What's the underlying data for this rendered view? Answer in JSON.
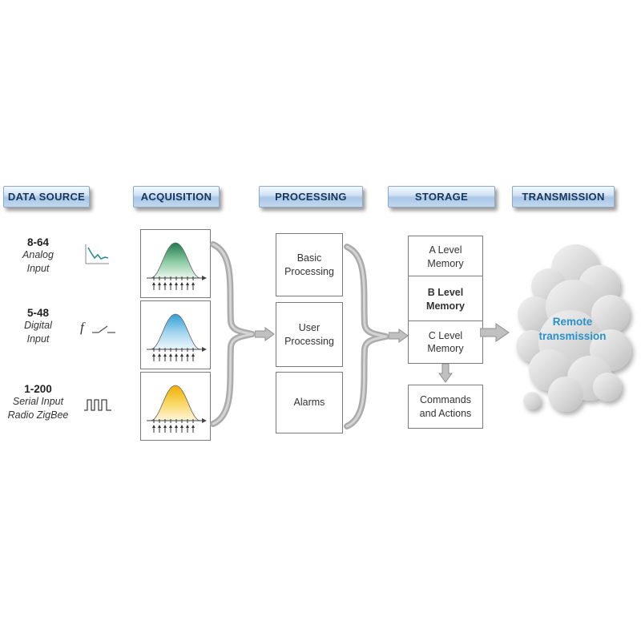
{
  "headers": [
    "DATA SOURCE",
    "ACQUISITION",
    "PROCESSING",
    "STORAGE",
    "TRANSMISSION"
  ],
  "data_source": {
    "rows": [
      {
        "count": "8-64",
        "name1": "Analog",
        "name2": "Input",
        "icon": "line-chart-icon"
      },
      {
        "count": "5-48",
        "name1": "Digital",
        "name2": "Input",
        "icon": "frequency-switch-icon"
      },
      {
        "count": "1-200",
        "name1": "Serial Input",
        "name2": "Radio ZigBee",
        "icon": "pulse-wave-icon"
      }
    ]
  },
  "acquisition": {
    "charts": [
      {
        "name": "analog-distribution",
        "color": "#2a8a58"
      },
      {
        "name": "digital-distribution",
        "color": "#2f9fd4"
      },
      {
        "name": "serial-distribution",
        "color": "#f2b705"
      }
    ]
  },
  "processing": {
    "boxes": [
      "Basic Processing",
      "User Processing",
      "Alarms"
    ]
  },
  "storage": {
    "levels": [
      "A Level Memory",
      "B Level Memory",
      "C Level Memory"
    ],
    "action_box": "Commands and Actions"
  },
  "transmission": {
    "cloud_label": "Remote transmission",
    "label_color": "#2b91c9"
  }
}
